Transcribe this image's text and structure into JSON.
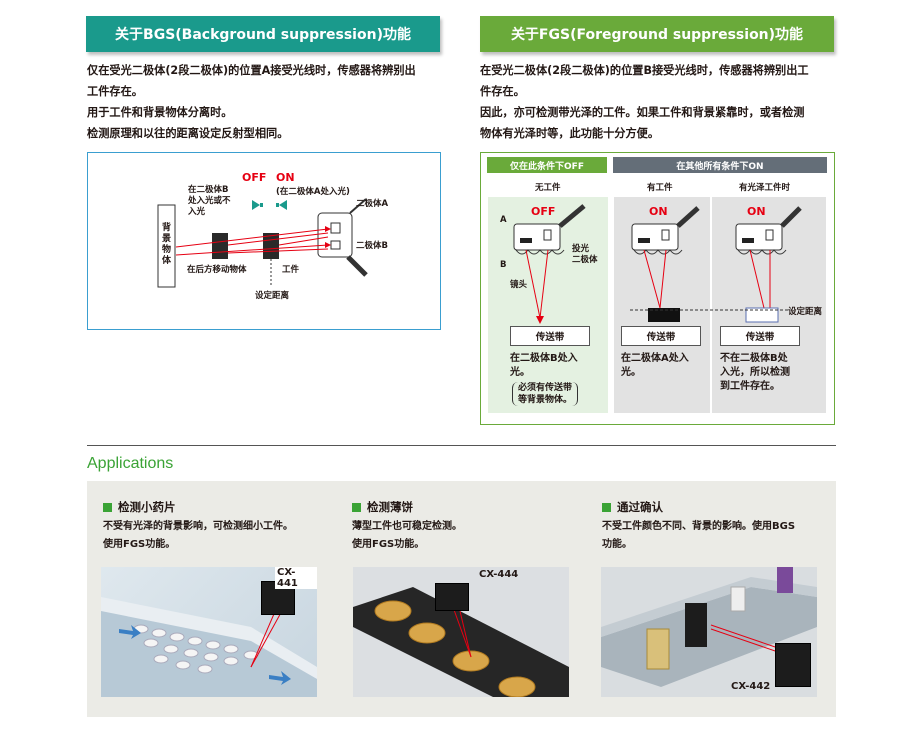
{
  "bgs": {
    "header": "关于BGS(Background suppression)功能",
    "header_color": "#1a9a8c",
    "lines": [
      "仅在受光二极体(2段二极体)的位置A接受光线时，传感器将辨别出",
      "工件存在。",
      "用于工件和背景物体分离时。",
      "检测原理和以往的距离设定反射型相同。"
    ],
    "diagram": {
      "off": "OFF",
      "on": "ON",
      "on_note": "(在二极体A处入光)",
      "b_note": [
        "在二极体B",
        "处入光或不",
        "入光"
      ],
      "background_object": "背景物体",
      "moving_object": "在后方移动物体",
      "workpiece": "工件",
      "distance": "设定距离",
      "diode_a": "二极体A",
      "diode_b": "二极体B"
    }
  },
  "fgs": {
    "header": "关于FGS(Foreground suppression)功能",
    "header_color": "#6aaa3a",
    "lines": [
      "在受光二极体(2段二极体)的位置B接受光线时，传感器将辨别出工",
      "件存在。",
      "因此，亦可检测带光泽的工件。如果工件和背景紧靠时，或者检测",
      "物体有光泽时等，此功能十分方便。"
    ],
    "diagram": {
      "tab_off": "仅在此条件下OFF",
      "tab_on": "在其他所有条件下ON",
      "columns": [
        {
          "title": "无工件",
          "state": "OFF",
          "conveyor": "传送带",
          "caption": [
            "在二极体B处入",
            "光。"
          ],
          "note": [
            "必须有传送带",
            "等背景物体。"
          ]
        },
        {
          "title": "有工件",
          "state": "ON",
          "conveyor": "传送带",
          "caption": [
            "在二极体A处入",
            "光。"
          ]
        },
        {
          "title": "有光泽工件时",
          "state": "ON",
          "conveyor": "传送带",
          "caption": [
            "不在二极体B处",
            "入光，所以检测",
            "到工件存在。"
          ]
        }
      ],
      "label_a": "A",
      "label_b": "B",
      "label_lens": "镜头",
      "label_receiver": [
        "投光",
        "二极体"
      ],
      "label_distance": "设定距离"
    }
  },
  "applications": {
    "heading": "Applications",
    "heading_color": "#3aa335",
    "items": [
      {
        "title": "检测小药片",
        "desc": [
          "不受有光泽的背景影响，可检测细小工件。",
          "使用FGS功能。"
        ],
        "model": "CX-441"
      },
      {
        "title": "检测薄饼",
        "desc": [
          "薄型工件也可稳定检测。",
          "使用FGS功能。"
        ],
        "model": "CX-444"
      },
      {
        "title": "通过确认",
        "desc": [
          "不受工件颜色不同、背景的影响。使用BGS",
          "功能。"
        ],
        "model": "CX-442"
      }
    ]
  }
}
